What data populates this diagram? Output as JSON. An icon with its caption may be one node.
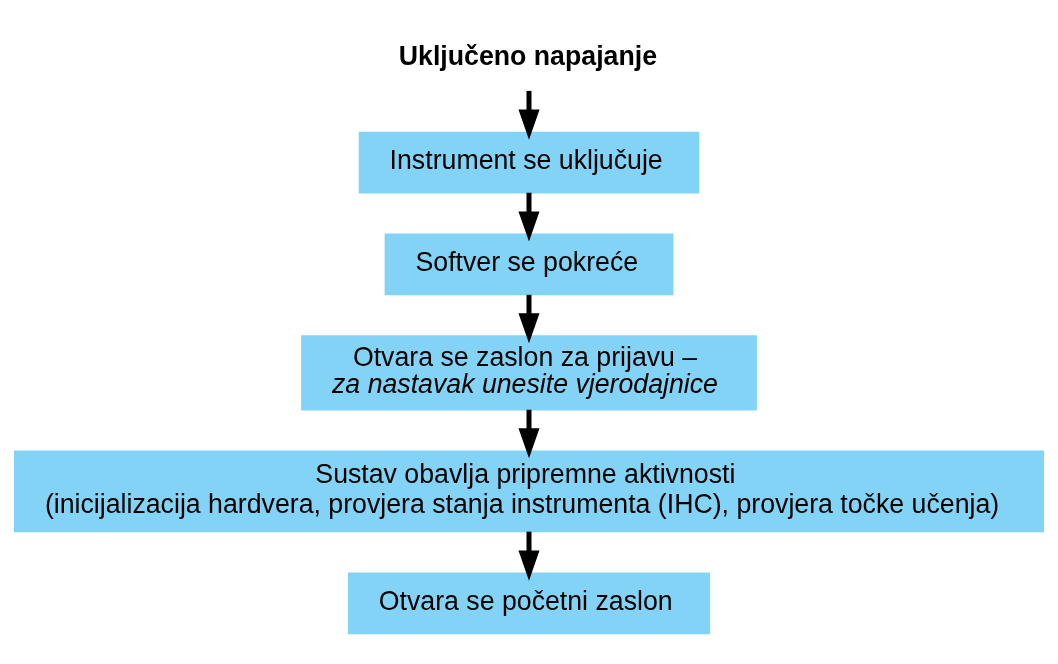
{
  "diagram": {
    "nodes": [
      {
        "text": [
          "Uključeno napajanje"
        ]
      },
      {
        "text": [
          "Instrument se uključuje"
        ]
      },
      {
        "text": [
          "Softver se pokreće"
        ]
      },
      {
        "text": [
          "Otvara se zaslon za prijavu –",
          "za nastavak unesite vjerodajnice"
        ]
      },
      {
        "text": [
          "Sustav obavlja pripremne aktivnosti",
          "(inicijalizacija hardvera, provjera stanja instrumenta (IHC), provjera točke učenja)"
        ]
      },
      {
        "text": [
          "Otvara se početni zaslon"
        ]
      }
    ],
    "edges": [
      {
        "from": 0,
        "to": 1,
        "arrow": "to"
      },
      {
        "from": 1,
        "to": 2,
        "arrow": "to"
      },
      {
        "from": 2,
        "to": 3,
        "arrow": "to"
      },
      {
        "from": 3,
        "to": 4,
        "arrow": "to"
      },
      {
        "from": 4,
        "to": 5,
        "arrow": "to"
      }
    ]
  }
}
